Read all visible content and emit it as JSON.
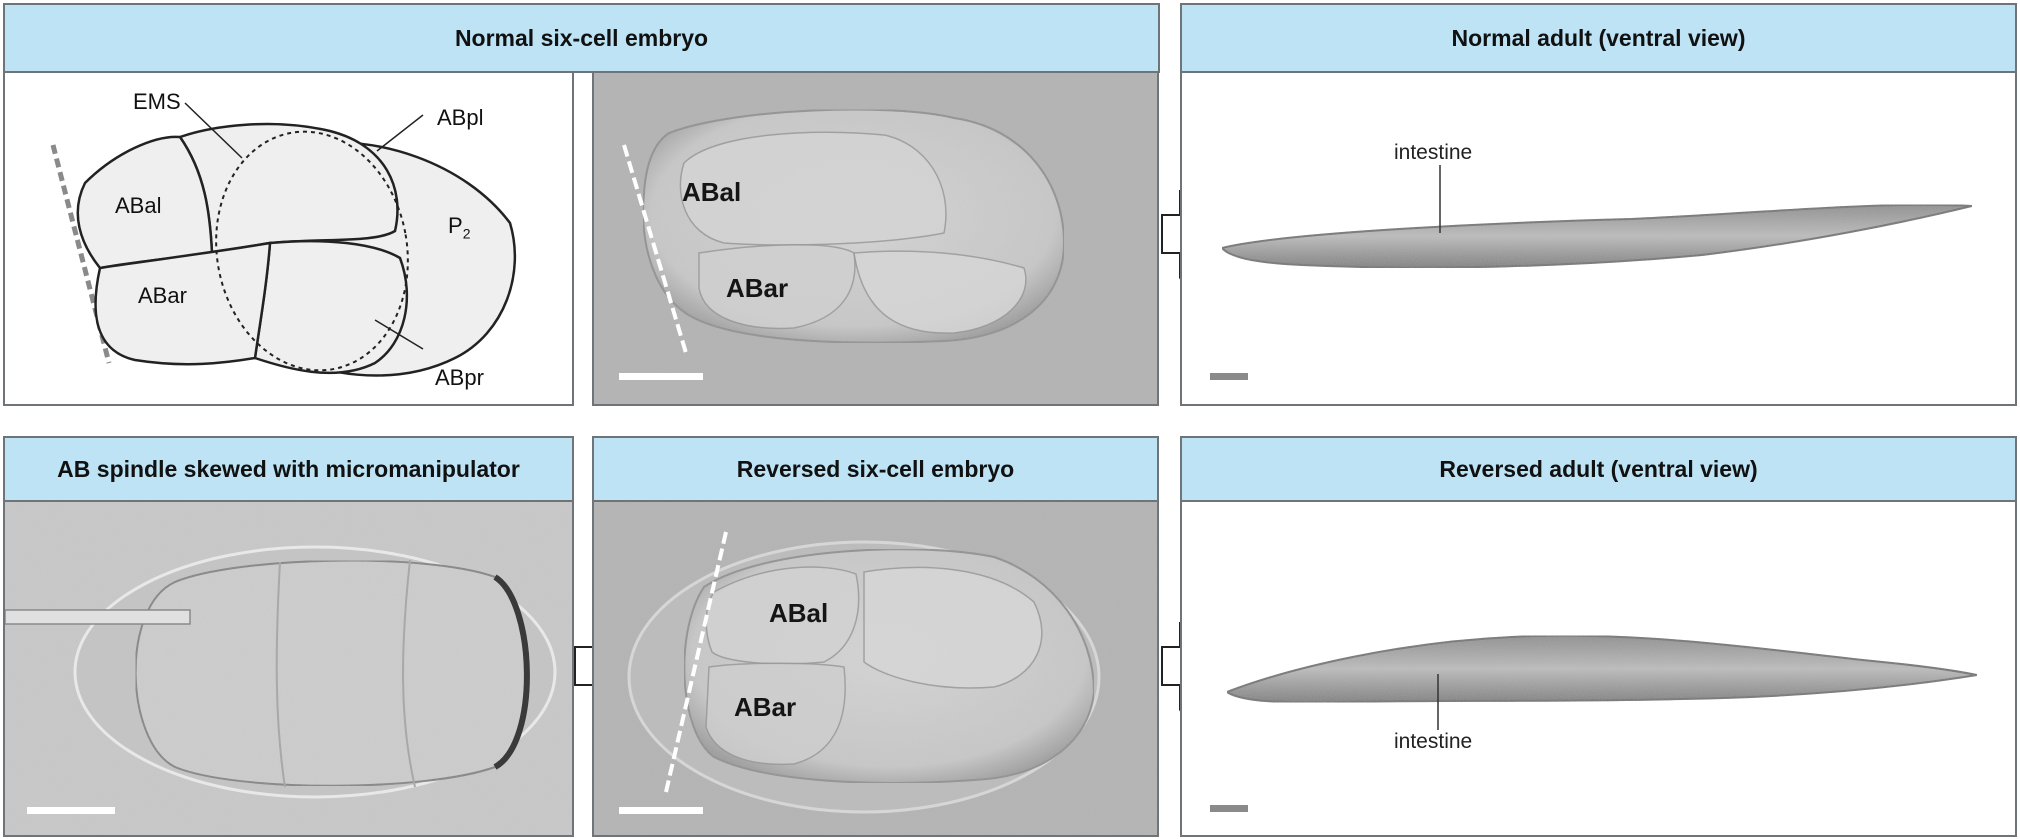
{
  "headers": {
    "normal_embryo": "Normal six-cell embryo",
    "normal_adult": "Normal adult (ventral view)",
    "skewed": "AB spindle skewed with micromanipulator",
    "reversed_embryo": "Reversed six-cell embryo",
    "reversed_adult": "Reversed adult (ventral view)"
  },
  "diagram_labels": {
    "ems": "EMS",
    "abpl": "ABpl",
    "abal": "ABal",
    "abar": "ABar",
    "p2_main": "P",
    "p2_sub": "2",
    "abpr": "ABpr"
  },
  "photo_labels": {
    "top_abal": "ABal",
    "top_abar": "ABar",
    "bottom_abal": "ABal",
    "bottom_abar": "ABar"
  },
  "worm_labels": {
    "top_intestine": "intestine",
    "bottom_intestine": "intestine"
  },
  "colors": {
    "header_fill": "#bde3f5",
    "border": "#6f7478",
    "photo_bg": "#b4b4b4",
    "cell_fill": "#efefef"
  }
}
